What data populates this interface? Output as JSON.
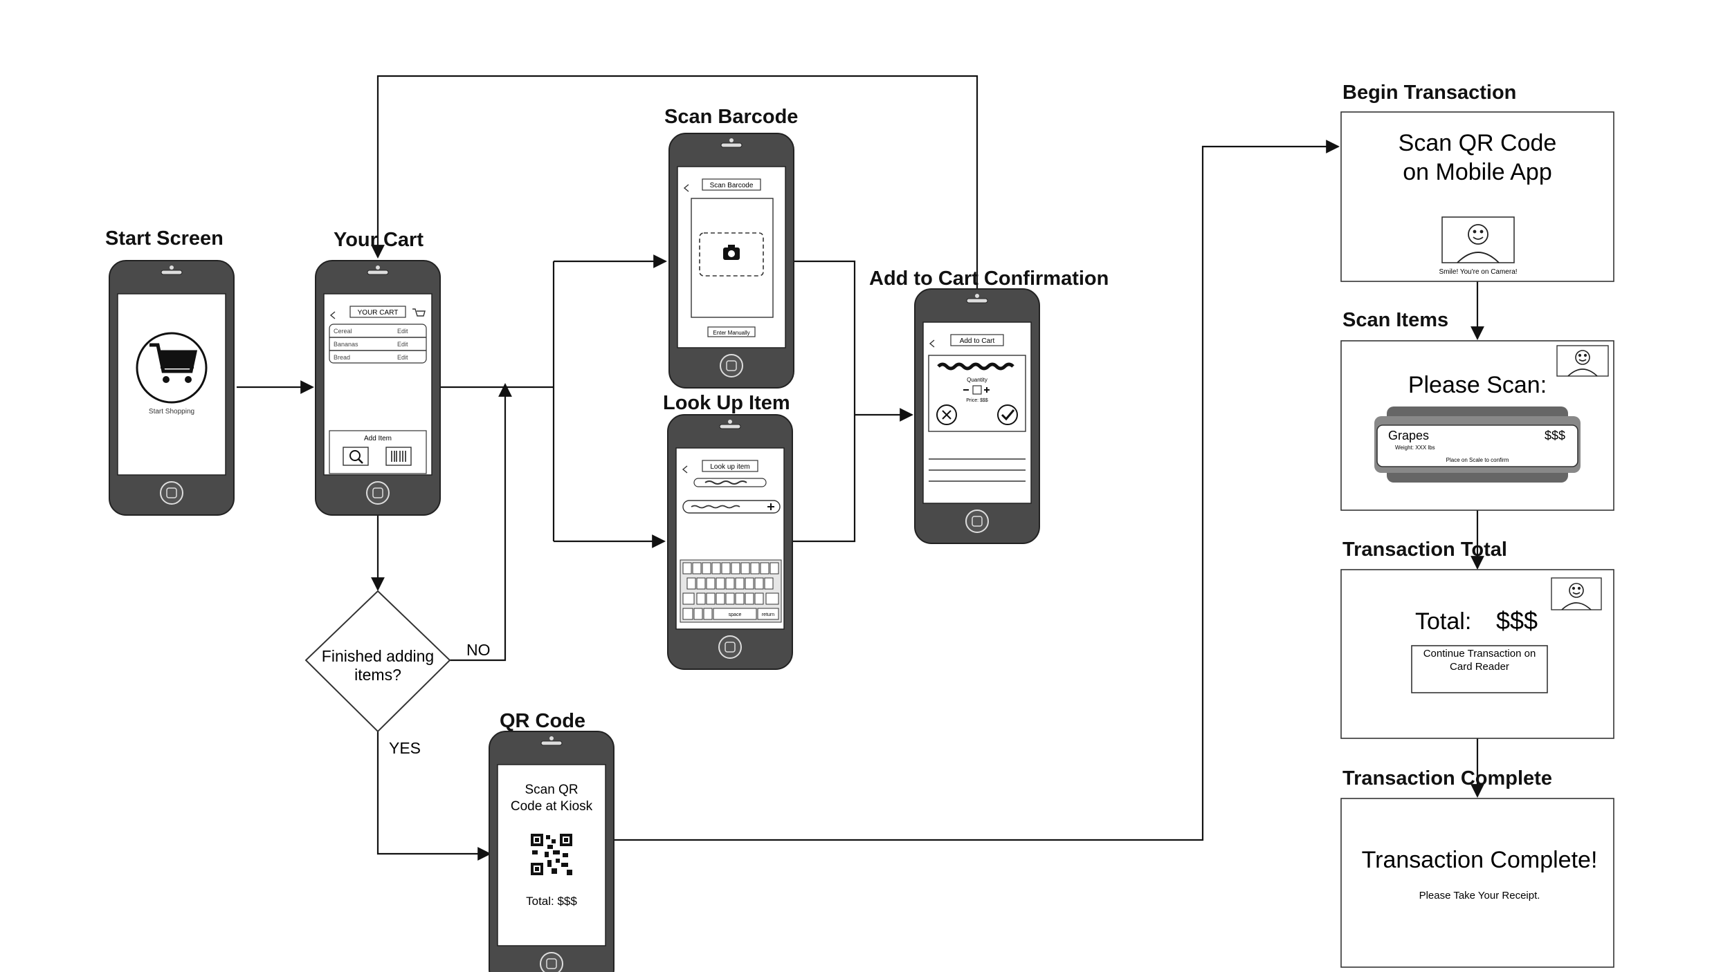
{
  "labels": {
    "start_screen": "Start Screen",
    "your_cart": "Your Cart",
    "scan_barcode": "Scan Barcode",
    "look_up_item": "Look Up Item",
    "add_to_cart_confirmation": "Add to Cart Confirmation",
    "qr_code": "QR Code",
    "begin_transaction": "Begin Transaction",
    "scan_items": "Scan Items",
    "transaction_total": "Transaction Total",
    "transaction_complete": "Transaction Complete"
  },
  "decision": {
    "line1": "Finished adding",
    "line2": "items?",
    "no": "NO",
    "yes": "YES"
  },
  "start_phone": {
    "caption": "Start Shopping"
  },
  "cart_phone": {
    "title": "YOUR CART",
    "items": [
      {
        "name": "Cereal",
        "action": "Edit"
      },
      {
        "name": "Bananas",
        "action": "Edit"
      },
      {
        "name": "Bread",
        "action": "Edit"
      }
    ],
    "add_item": "Add Item"
  },
  "scan_phone": {
    "title": "Scan Barcode",
    "button": "Enter Manually"
  },
  "lookup_phone": {
    "title": "Look up item",
    "space": "space",
    "return": "return"
  },
  "confirm_phone": {
    "title": "Add to Cart",
    "quantity": "Quantity",
    "price": "Price: $$$"
  },
  "qr_phone": {
    "line1": "Scan QR",
    "line2": "Code at Kiosk",
    "total": "Total: $$$"
  },
  "kiosk_begin": {
    "line1": "Scan QR Code",
    "line2": "on Mobile App",
    "camera_caption": "Smile! You're on Camera!"
  },
  "kiosk_scan": {
    "heading": "Please Scan:",
    "item": "Grapes",
    "price": "$$$",
    "weight": "Weight: XXX lbs",
    "hint": "Place on Scale to confirm"
  },
  "kiosk_total": {
    "label": "Total:",
    "amount": "$$$",
    "box_line1": "Continue Transaction on",
    "box_line2": "Card Reader"
  },
  "kiosk_complete": {
    "heading": "Transaction Complete!",
    "sub": "Please Take Your Receipt."
  },
  "colors": {
    "phone_body": "#4a4a4a",
    "line": "#111111",
    "screen": "#ffffff"
  }
}
